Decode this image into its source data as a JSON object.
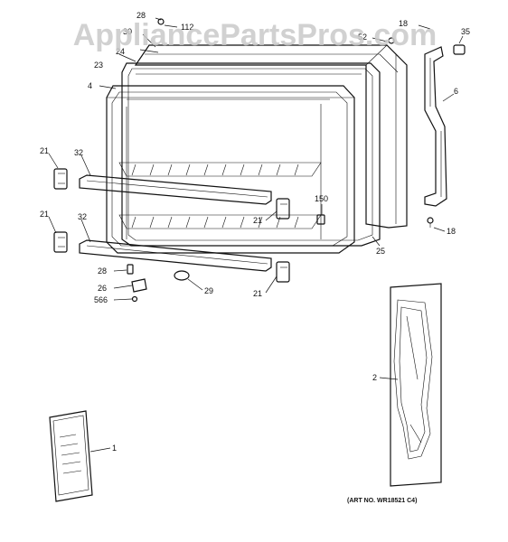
{
  "watermark": "AppliancePartsPros.com",
  "art_number": "(ART NO. WR18521 C4)",
  "callouts": {
    "c1": "1",
    "c2": "2",
    "c4": "4",
    "c6": "6",
    "c18a": "18",
    "c18b": "18",
    "c21a": "21",
    "c21b": "21",
    "c21c": "21",
    "c21d": "21",
    "c23": "23",
    "c24": "24",
    "c25": "25",
    "c26": "26",
    "c28a": "28",
    "c28b": "28",
    "c29": "29",
    "c32a": "32",
    "c32b": "32",
    "c35": "35",
    "c112": "112",
    "c150": "150",
    "c566": "566",
    "c30": "30",
    "c52": "52"
  }
}
